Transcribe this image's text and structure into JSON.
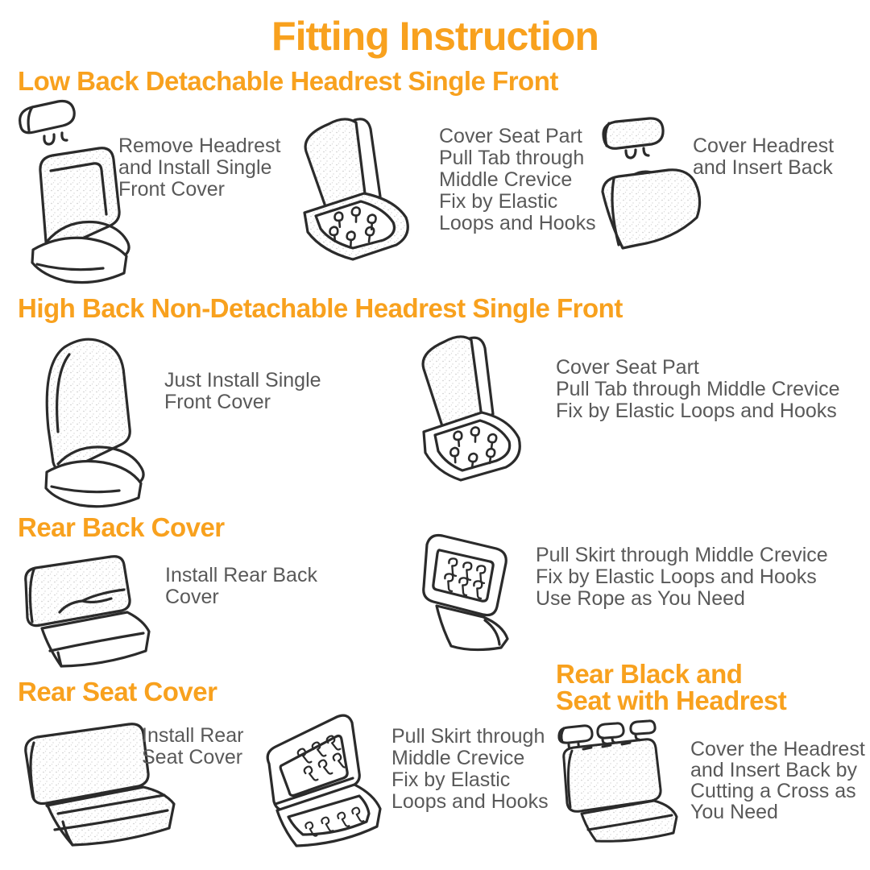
{
  "title": "Fitting Instruction",
  "colors": {
    "accent": "#F8A11E",
    "body_text": "#595959",
    "line_art": "#2B2B2B"
  },
  "sections": [
    {
      "heading": "Low Back Detachable Headrest Single Front",
      "steps": [
        {
          "illustration": "front-seat-with-detached-headrest",
          "text": "Remove Headrest\nand Install Single\nFront Cover"
        },
        {
          "illustration": "seat-cover-underside-with-loops",
          "text": "Cover Seat Part\nPull Tab through\nMiddle Crevice\nFix by Elastic\nLoops and Hooks"
        },
        {
          "illustration": "headrest-cover-and-back-cover",
          "text": "Cover Headrest\nand Insert Back"
        }
      ]
    },
    {
      "heading": "High Back Non-Detachable Headrest Single Front",
      "steps": [
        {
          "illustration": "high-back-seat",
          "text": "Just Install Single\nFront Cover"
        },
        {
          "illustration": "seat-cover-underside-with-loops",
          "text": "Cover Seat Part\nPull Tab through Middle Crevice\nFix by Elastic Loops and Hooks"
        }
      ]
    },
    {
      "heading": "Rear Back Cover",
      "steps": [
        {
          "illustration": "rear-bench-back-cover",
          "text": "Install Rear Back\nCover"
        },
        {
          "illustration": "rear-back-cover-inside-hooks",
          "text": "Pull Skirt through Middle Crevice\nFix by Elastic Loops and Hooks\nUse Rope as You Need"
        }
      ]
    },
    {
      "heading": "Rear Seat Cover",
      "steps": [
        {
          "illustration": "rear-bench-seat-cover",
          "text": "Install Rear\nSeat Cover"
        },
        {
          "illustration": "rear-cover-open-with-hooks",
          "text": "Pull Skirt through\nMiddle Crevice\nFix by Elastic\nLoops and Hooks"
        }
      ]
    },
    {
      "heading": "Rear Black and\nSeat with Headrest",
      "steps": [
        {
          "illustration": "rear-bench-with-three-headrests",
          "text": "Cover the Headrest\nand Insert Back by\nCutting a Cross as\nYou Need"
        }
      ]
    }
  ]
}
